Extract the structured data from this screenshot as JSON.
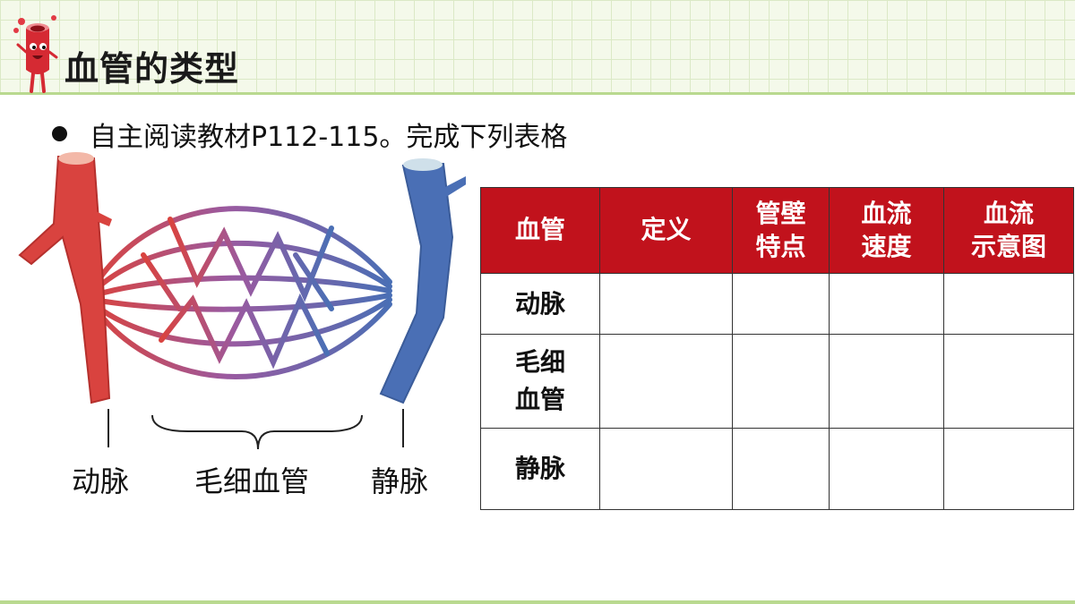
{
  "slide": {
    "title": "血管的类型",
    "bullet": "自主阅读教材P112-115。完成下列表格"
  },
  "diagram": {
    "labels": {
      "artery": "动脉",
      "capillary": "毛细血管",
      "vein": "静脉"
    }
  },
  "table": {
    "headers": [
      [
        "血管"
      ],
      [
        "定义"
      ],
      [
        "管壁",
        "特点"
      ],
      [
        "血流",
        "速度"
      ],
      [
        "血流",
        "示意图"
      ]
    ],
    "rows": [
      [
        "动脉"
      ],
      [
        "毛细",
        "血管"
      ],
      [
        "静脉"
      ]
    ]
  },
  "colors": {
    "header_red": "#c1121c",
    "artery_red": "#d9433f",
    "vein_blue": "#4a6fb5",
    "grid_green": "#b9d98f"
  }
}
